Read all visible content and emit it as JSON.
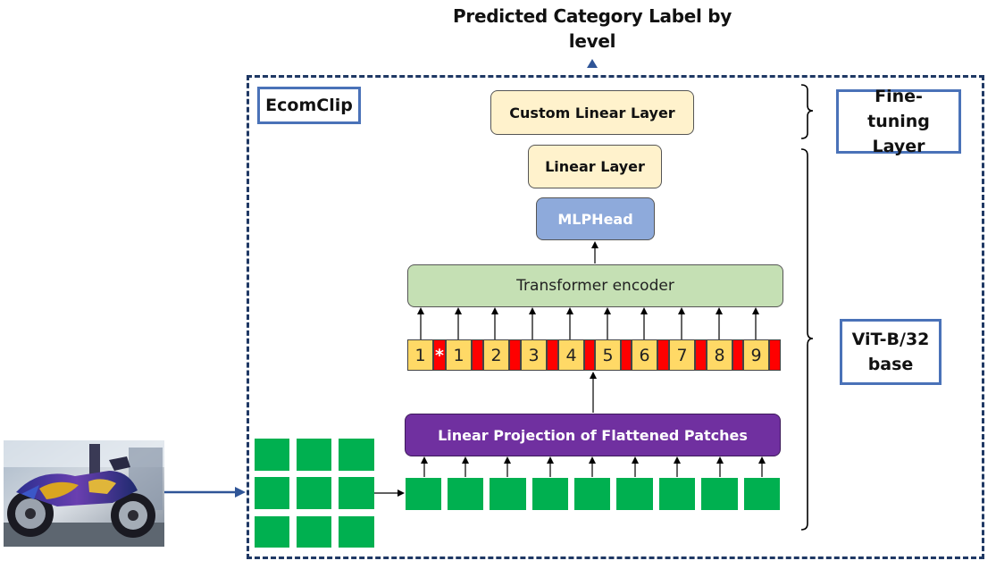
{
  "output_label": "Predicted Category Label by level",
  "outer_box_label": "EcomClip",
  "fine_tuning_label": "Fine-tuning Layer",
  "vit_label": "ViT-B/32 base",
  "blocks": {
    "custom_linear": "Custom Linear Layer",
    "linear": "Linear Layer",
    "mlp_head": "MLPHead",
    "transformer": "Transformer encoder",
    "projection": "Linear Projection of Flattened Patches"
  },
  "tokens": [
    "1",
    "*",
    "1",
    "2",
    "3",
    "4",
    "5",
    "6",
    "7",
    "8",
    "9"
  ],
  "colors": {
    "dashed_border": "#1f3864",
    "label_border": "#4a72b8",
    "yellow_block": "#fff2cc",
    "blue_block": "#8eaadb",
    "green_block": "#c5e0b4",
    "purple_block": "#7030a0",
    "token_yellow": "#ffd966",
    "token_red": "#ff0000",
    "patch_green": "#00b050",
    "arrow_blue": "#2f5597"
  }
}
